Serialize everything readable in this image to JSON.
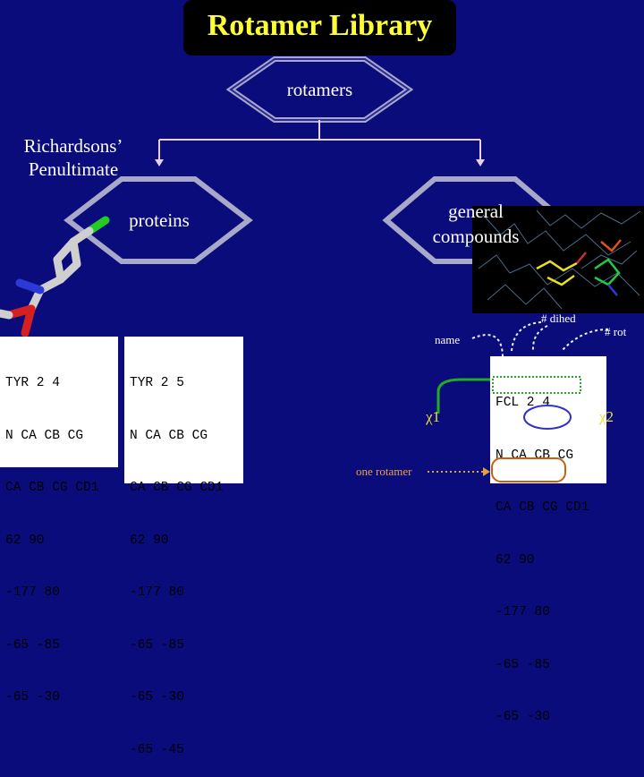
{
  "title": "Rotamer Library",
  "tree": {
    "root": "rotamers",
    "left_source": "Richardsons’ Penultimate",
    "left": "proteins",
    "right": "general compounds"
  },
  "codes": {
    "tyr_a": [
      "TYR 2 4",
      "N CA CB CG",
      "CA CB CG CD1",
      "62 90",
      "-177 80",
      "-65 -85",
      "-65 -30"
    ],
    "tyr_b": [
      "TYR 2 5",
      "N CA CB CG",
      "CA CB CG CD1",
      "62 90",
      "-177 80",
      "-65 -85",
      "-65 -30",
      "-65 -45"
    ],
    "fcl": [
      "FCL 2 4",
      "N CA CB CG",
      "CA CB CG CD1",
      "62 90",
      "-177 80",
      "-65 -85",
      "-65 -30"
    ]
  },
  "annotations": {
    "dihed": "# dihed",
    "rot": "# rot",
    "name": "name",
    "chi1": "χ1",
    "chi2": "χ2",
    "one_rotamer": "one rotamer"
  }
}
